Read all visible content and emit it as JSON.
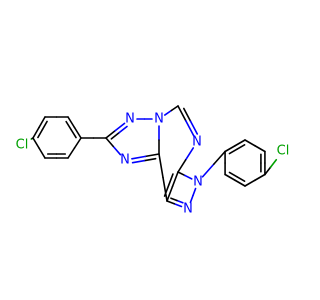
{
  "molecule": {
    "atom_labels": {
      "cl_left": "Cl",
      "cl_right": "Cl",
      "n_tri_1": "N",
      "n_tri_4": "N",
      "n_tri_3": "N",
      "n_pyr": "N",
      "n_pz_1": "N",
      "n_pz_2": "N"
    },
    "colors": {
      "bond": "#000000",
      "nitrogen": "#0000FF",
      "chlorine": "#00A000"
    }
  }
}
